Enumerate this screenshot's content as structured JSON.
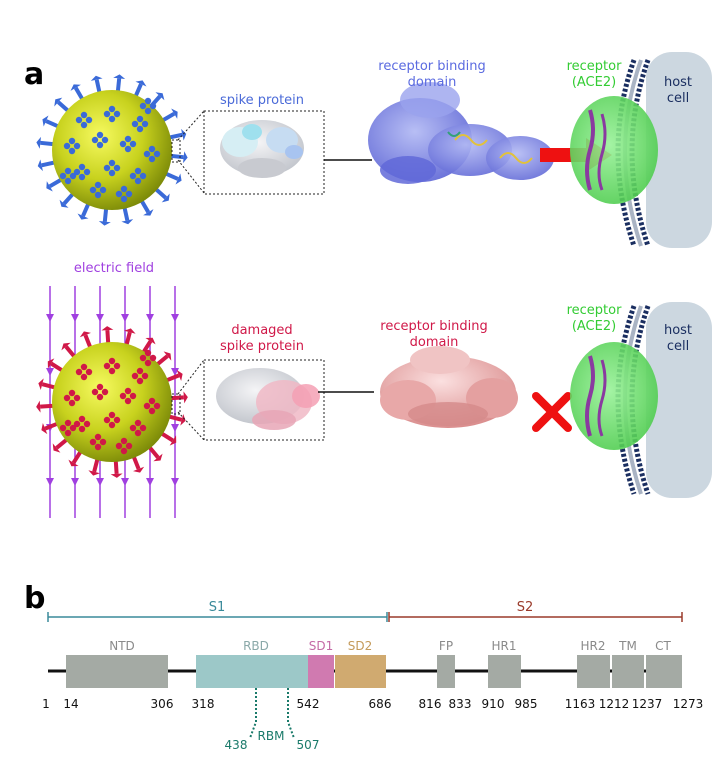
{
  "panel_a": {
    "label": "a",
    "top_row": {
      "spike_label": "spike protein",
      "rbd_label_line1": "receptor binding",
      "rbd_label_line2": "domain",
      "receptor_line1": "receptor",
      "receptor_line2": "(ACE2)",
      "host_line1": "host",
      "host_line2": "cell"
    },
    "bottom_row": {
      "field_label": "electric field",
      "damaged_line1": "damaged",
      "damaged_line2": "spike protein",
      "rbd_label_line1": "receptor binding",
      "rbd_label_line2": "domain",
      "receptor_line1": "receptor",
      "receptor_line2": "(ACE2)",
      "host_line1": "host",
      "host_line2": "cell"
    }
  },
  "panel_b": {
    "label": "b",
    "s1_label": "S1",
    "s2_label": "S2",
    "domains": {
      "ntd": "NTD",
      "rbd": "RBD",
      "sd1": "SD1",
      "sd2": "SD2",
      "fp": "FP",
      "hr1": "HR1",
      "hr2": "HR2",
      "tm": "TM",
      "ct": "CT"
    },
    "positions": [
      "1",
      "14",
      "306",
      "318",
      "542",
      "686",
      "816",
      "833",
      "910",
      "985",
      "1163",
      "1212",
      "1237",
      "1273"
    ],
    "rbm_label": "RBM",
    "rbm_start": "438",
    "rbm_end": "507"
  },
  "colors": {
    "virus_body": "#c8d21e",
    "healthy_spike": "#3a6ad8",
    "damaged_spike": "#d01848",
    "rbd_blue": "#7a84e6",
    "receptor_green": "#66e066",
    "host_cell": "#ccd7e0",
    "field_purple": "#a040e0",
    "arrow_red": "#ee1111",
    "s1_teal": "#3a8a9a",
    "s2_brown": "#9a3a2a",
    "gray_domain": "#a4aaa4",
    "rbd_domain": "#9cc8c8",
    "sd1_domain": "#d07ab0",
    "sd2_domain": "#d0aa70",
    "rbm_green": "#1a7a6a"
  }
}
